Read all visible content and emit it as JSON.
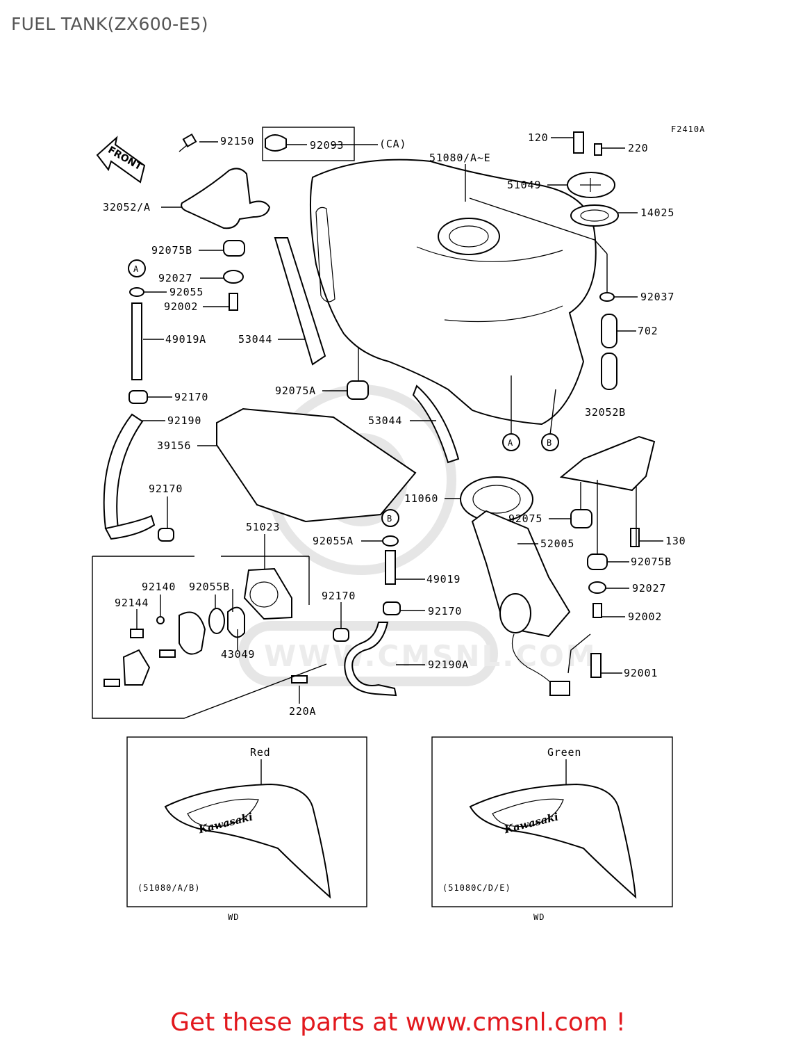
{
  "title": "FUEL TANK(ZX600-E5)",
  "figure_code": "F2410A",
  "front_label": "FRONT",
  "labels": [
    "92150",
    "92093",
    "(CA)",
    "32052/A",
    "92075B",
    "A",
    "92027",
    "92055",
    "92002",
    "49019A",
    "53044",
    "92170",
    "92190",
    "39156",
    "92170",
    "51023",
    "92140",
    "92055B",
    "92144",
    "43049",
    "220A",
    "51080/A~E",
    "51049",
    "14025",
    "120",
    "220",
    "92037",
    "702",
    "92075A",
    "53044",
    "A",
    "B",
    "32052B",
    "11060",
    "92075",
    "130",
    "B",
    "92055A",
    "52005",
    "49019",
    "92075B",
    "92170",
    "92027",
    "92170",
    "92002",
    "92190A",
    "92001"
  ],
  "color_variants": [
    {
      "color": "Red",
      "code": "(51080/A/B)",
      "note": "WD",
      "logo": "Kawasaki"
    },
    {
      "color": "Green",
      "code": "(51080C/D/E)",
      "note": "WD",
      "logo": "Kawasaki"
    }
  ],
  "watermark": "WWW.CMSNL.COM",
  "footer": "Get these parts at www.cmsnl.com !"
}
